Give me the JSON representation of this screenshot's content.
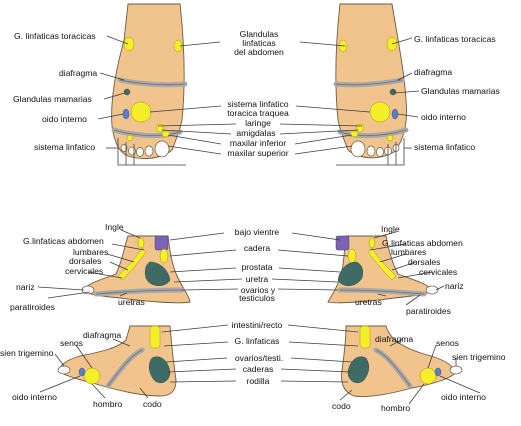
{
  "sole": {
    "g_linfaticas_toracicas": "G. linfaticas toracicas",
    "diafragma": "diafragma",
    "glandulas_mamarias": "Glandulas mamarias",
    "oido_interno": "oido interno",
    "sistema_linfatico": "sistema linfatico",
    "center_abdomen_1": "Glandulas",
    "center_abdomen_2": "linfaticas",
    "center_abdomen_3": "del abdomen",
    "center_sistema_1": "sistema linfatico",
    "center_sistema_2": "toracica traquea",
    "center_laringe": "laringe",
    "center_amigdalas": "amigdalas",
    "center_maxilar_inferior": "maxilar inferior",
    "center_maxilar_superior": "maxilar superior"
  },
  "inner": {
    "ingle": "Ingle",
    "g_linfaticas_abdomen": "G.linfaticas abdomen",
    "lumbares": "lumbares",
    "dorsales": "dorsales",
    "cervicales": "cervicales",
    "nariz": "nariz",
    "paratiroides": "paratiroides",
    "uretras": "uretras",
    "center_bajo_vientre": "bajo vientre",
    "center_cadera": "cadera",
    "center_prostata": "prostata",
    "center_uretra": "uretra",
    "center_ovarios_1": "ovarios y",
    "center_ovarios_2": "testiculos"
  },
  "outer": {
    "diafragma": "diafragma",
    "senos": "senos",
    "sien_trigemino": "sien trigemino",
    "oido_interno": "oido interno",
    "hombro": "hombro",
    "codo": "codo",
    "center_intestino": "intestini/recto",
    "center_g_linfaticas": "G. linfaticas",
    "center_ovarios": "ovarios/testi.",
    "center_caderas": "caderas",
    "center_rodilla": "rodilla"
  },
  "colors": {
    "skin": "#f2c48d",
    "lymph_yellow": "#f5ef2a",
    "organ_green": "#3f6b66",
    "purple": "#7a62b5",
    "blue": "#5a7fc6",
    "band_gray": "#a8a8a8"
  }
}
